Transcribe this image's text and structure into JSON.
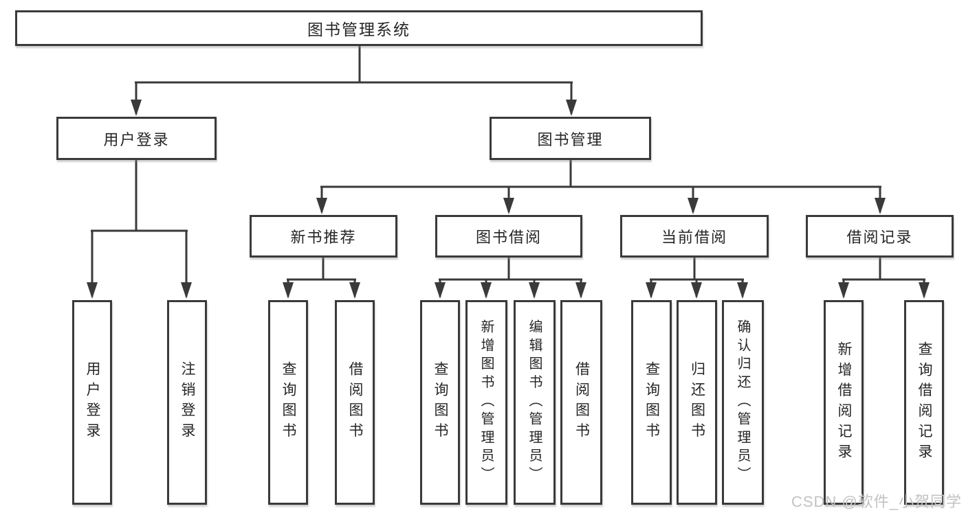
{
  "diagram": {
    "root": "图书管理系统",
    "branches": {
      "user_login": "用户登录",
      "book_management": "图书管理"
    },
    "modules": [
      "新书推荐",
      "图书借阅",
      "当前借阅",
      "借阅记录"
    ],
    "leaves": {
      "user_login": [
        "用户登录",
        "注销登录"
      ],
      "new_book": [
        "查询图书",
        "借阅图书"
      ],
      "book_borrow": [
        "查询图书",
        "新增图书（管理员）",
        "编辑图书（管理员）",
        "借阅图书"
      ],
      "current_borrow": [
        "查询图书",
        "归还图书",
        "确认归还（管理员）"
      ],
      "borrow_records": [
        "新增借阅记录",
        "查询借阅记录"
      ]
    }
  },
  "watermark": "CSDN @软件_小贺同学",
  "colors": {
    "line": "#3a3a3a",
    "text": "#262626",
    "watermark": "#c2c2c2",
    "background": "#ffffff"
  }
}
